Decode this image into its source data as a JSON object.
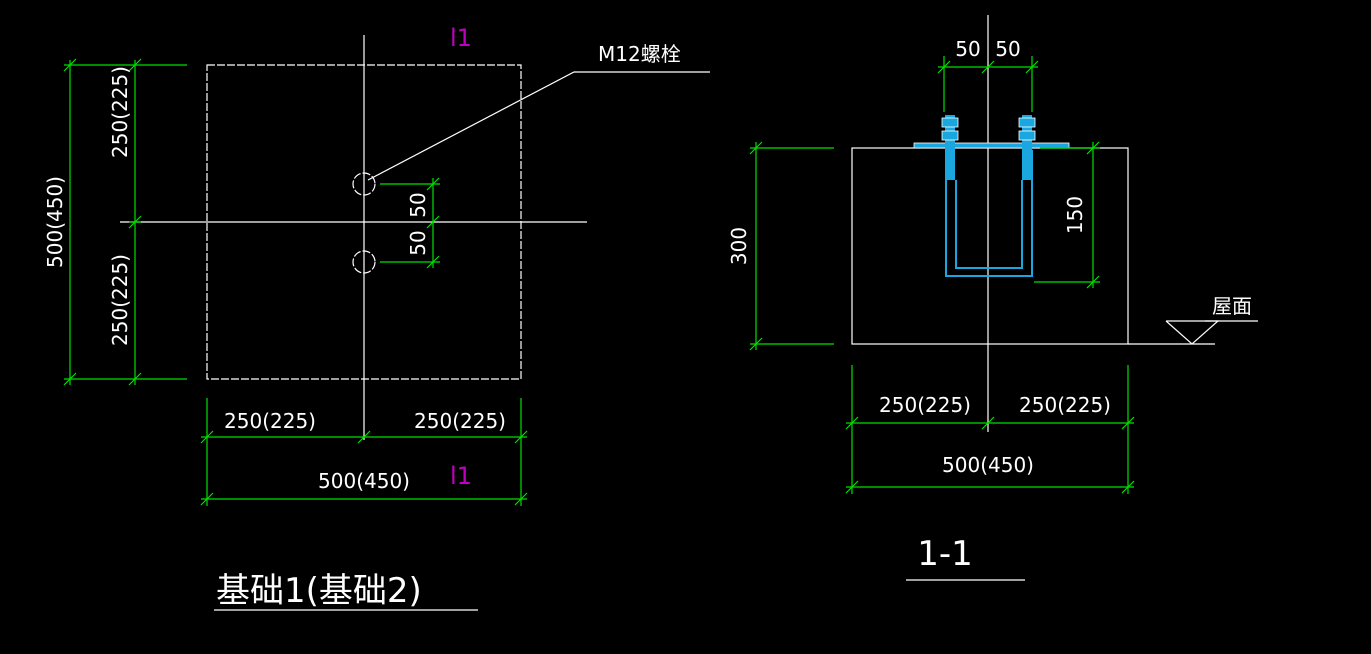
{
  "plan": {
    "dim_top_half": "250(225)",
    "dim_bottom_half": "250(225)",
    "dim_total_vertical": "500(450)",
    "dim_bottom_left": "250(225)",
    "dim_bottom_right": "250(225)",
    "dim_bottom_total": "500(450)",
    "dim_hole_upper": "50",
    "dim_hole_lower": "50",
    "section_mark_top": "l1",
    "section_mark_bottom": "l1",
    "bolt_callout": "M12螺栓",
    "title": "基础1(基础2)"
  },
  "section": {
    "dim_top_left": "50",
    "dim_top_right": "50",
    "dim_height": "300",
    "dim_embed": "150",
    "roof_label": "屋面",
    "dim_bottom_left": "250(225)",
    "dim_bottom_right": "250(225)",
    "dim_bottom_total": "500(450)",
    "title": "1-1"
  },
  "colors": {
    "dimension": "#00e000",
    "outline": "#ffffff",
    "section_mark": "#c000c0",
    "bolt": "#1aa7e0"
  }
}
